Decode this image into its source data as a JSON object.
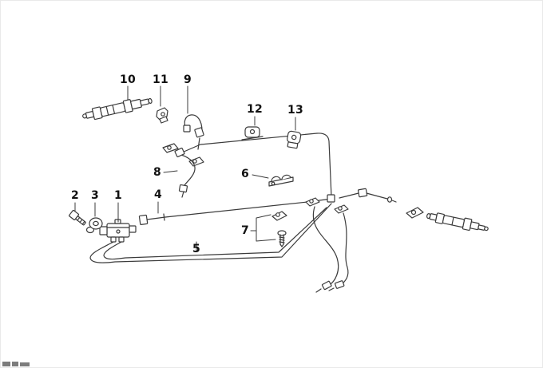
{
  "diagram": {
    "kind": "exploded-parts-line-drawing",
    "colors": {
      "line": "#3b3b3b",
      "label": "#111111",
      "background": "#ffffff"
    },
    "callouts": {
      "n1": "1",
      "n2": "2",
      "n3": "3",
      "n4": "4",
      "n5": "5",
      "n6": "6",
      "n7": "7",
      "n8": "8",
      "n9": "9",
      "n10": "10",
      "n11": "11",
      "n12": "12",
      "n13": "13"
    }
  }
}
